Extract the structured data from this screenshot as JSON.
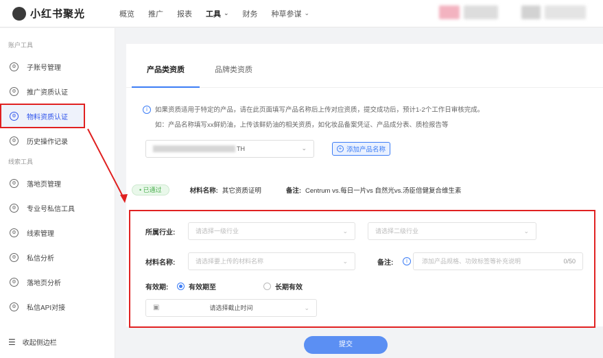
{
  "brand": {
    "name": "小红书聚光"
  },
  "topnav": [
    {
      "label": "概览",
      "active": false,
      "dropdown": false
    },
    {
      "label": "推广",
      "active": false,
      "dropdown": false
    },
    {
      "label": "报表",
      "active": false,
      "dropdown": false
    },
    {
      "label": "工具",
      "active": true,
      "dropdown": true
    },
    {
      "label": "财务",
      "active": false,
      "dropdown": false
    },
    {
      "label": "种草参谋",
      "active": false,
      "dropdown": true
    }
  ],
  "sidebar": {
    "group1": "账户工具",
    "group2": "线索工具",
    "items": [
      "子账号管理",
      "推广资质认证",
      "物料资质认证",
      "历史操作记录",
      "落地页管理",
      "专业号私信工具",
      "线索管理",
      "私信分析",
      "落地页分析",
      "私信API对接"
    ],
    "collapse": "收起侧边栏"
  },
  "tabs": [
    "产品类资质",
    "品牌类资质"
  ],
  "notice": {
    "line1": "如果资质适用于特定的产品，请在此页面填写产品名称后上传对应资质，提交成功后，预计1-2个工作日审核完成。",
    "line2": "如：产品名称填写xx鲜奶油，上传该鲜奶油的相关资质，如化妆品备案凭证、产品成分表、质检报告等"
  },
  "product_select": {
    "value_suffix": "TH",
    "add_label": "添加产品名称"
  },
  "status_row": {
    "badge": "• 已通过",
    "material_label": "材料名称:",
    "material_value": "其它资质证明",
    "note_label": "备注:",
    "note_value": "Centrum vs.每日一片vs 自然光vs.汤臣倍健复合维生素"
  },
  "form": {
    "industry_label": "所属行业:",
    "industry1_placeholder": "请选择一级行业",
    "industry2_placeholder": "请选择二级行业",
    "material_label": "材料名称:",
    "material_placeholder": "请选择要上传的材料名称",
    "note_label": "备注:",
    "note_placeholder": "添加产品规格、功效标签等补充说明",
    "note_count": "0/50",
    "validity_label": "有效期:",
    "validity_options": [
      "有效期至",
      "长期有效"
    ],
    "date_placeholder": "请选择截止时间"
  },
  "submit_label": "提交",
  "colors": {
    "accent": "#3b7cf6",
    "highlight": "#e02020",
    "success": "#4caf50"
  }
}
